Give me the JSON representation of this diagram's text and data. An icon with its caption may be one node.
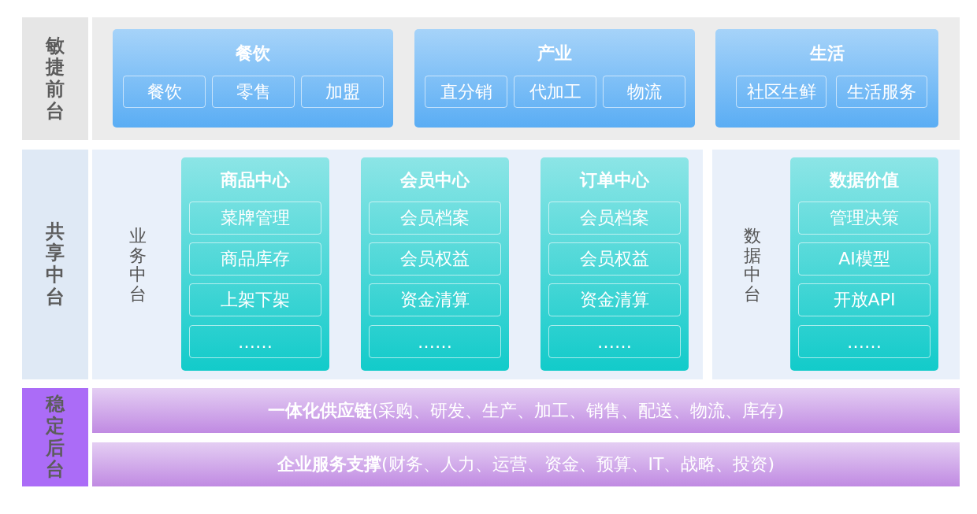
{
  "diagram": {
    "nodes": [
      {
        "text": [
          "敏捷前台"
        ]
      },
      {
        "text": [],
        "shape": "box"
      },
      {
        "text": [
          "餐饮"
        ],
        "in": 1
      },
      {
        "text": [
          "餐饮"
        ],
        "in": 2
      },
      {
        "text": [
          "零售"
        ],
        "in": 2
      },
      {
        "text": [
          "加盟"
        ],
        "in": 2
      },
      {
        "text": [
          "产业"
        ],
        "in": 1
      },
      {
        "text": [
          "直分销"
        ],
        "in": 6
      },
      {
        "text": [
          "代加工"
        ],
        "in": 6
      },
      {
        "text": [
          "物流"
        ],
        "in": 6
      },
      {
        "text": [
          "生活"
        ],
        "in": 1
      },
      {
        "text": [
          "社区生鲜"
        ],
        "in": 10
      },
      {
        "text": [
          "生活服务"
        ],
        "in": 10
      },
      {
        "text": [
          "共享中台"
        ]
      },
      {
        "text": [
          "业务中台"
        ]
      },
      {
        "text": [
          "商品中心"
        ],
        "in": 14
      },
      {
        "text": [
          "菜牌管理"
        ],
        "in": 15
      },
      {
        "text": [
          "商品库存"
        ],
        "in": 15
      },
      {
        "text": [
          "上架下架"
        ],
        "in": 15
      },
      {
        "text": [
          "……"
        ],
        "in": 15
      },
      {
        "text": [
          "会员中心"
        ],
        "in": 14
      },
      {
        "text": [
          "会员档案"
        ],
        "in": 20
      },
      {
        "text": [
          "会员权益"
        ],
        "in": 20
      },
      {
        "text": [
          "资金清算"
        ],
        "in": 20
      },
      {
        "text": [
          "……"
        ],
        "in": 20
      },
      {
        "text": [
          "订单中心"
        ],
        "in": 14
      },
      {
        "text": [
          "会员档案"
        ],
        "in": 25
      },
      {
        "text": [
          "会员权益"
        ],
        "in": 25
      },
      {
        "text": [
          "资金清算"
        ],
        "in": 25
      },
      {
        "text": [
          "……"
        ],
        "in": 25
      },
      {
        "text": [
          "数据中台"
        ]
      },
      {
        "text": [
          "数据价值"
        ],
        "in": 30
      },
      {
        "text": [
          "管理决策"
        ],
        "in": 31
      },
      {
        "text": [
          "AI模型"
        ],
        "in": 31
      },
      {
        "text": [
          "开放API"
        ],
        "in": 31
      },
      {
        "text": [
          "……"
        ],
        "in": 31
      },
      {
        "text": [
          "稳定后台"
        ]
      },
      {
        "text": [
          "**一体化供应链**(采购、研发、生产、加工、销售、配送、物流、库存)"
        ]
      },
      {
        "text": [
          "**企业服务支撑**(财务、人力、运营、资金、预算、IT、战略、投资)"
        ]
      }
    ]
  }
}
